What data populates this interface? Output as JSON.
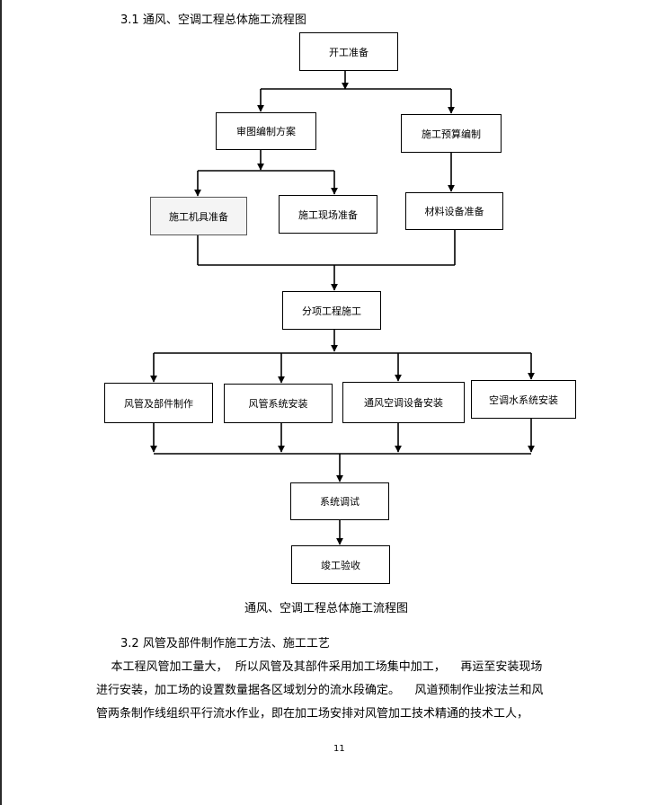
{
  "section1": {
    "number": "3.1",
    "title": "通风、空调工程总体施工流程图"
  },
  "flow": {
    "start": "开工准备",
    "review": "审图编制方案",
    "budget": "施工预算编制",
    "machinery": "施工机具准备",
    "site": "施工现场准备",
    "materials": "材料设备准备",
    "subitem": "分项工程施工",
    "duct_fab": "风管及部件制作",
    "duct_install": "风管系统安装",
    "equip_install": "通风空调设备安装",
    "water_install": "空调水系统安装",
    "debug": "系统调试",
    "acceptance": "竣工验收"
  },
  "caption": "通风、空调工程总体施工流程图",
  "section2": {
    "number": "3.2",
    "title": "风管及部件制作施工方法、施工工艺"
  },
  "paragraph": [
    "    本工程风管加工量大，  所以风管及其部件采用加工场集中加工，    再运至安装现场",
    "进行安装，加工场的设置数量据各区域划分的流水段确定。    风道预制作业按法兰和风",
    "管两条制作线组织平行流水作业，即在加工场安排对风管加工技术精通的技术工人，"
  ],
  "page_number": "11"
}
